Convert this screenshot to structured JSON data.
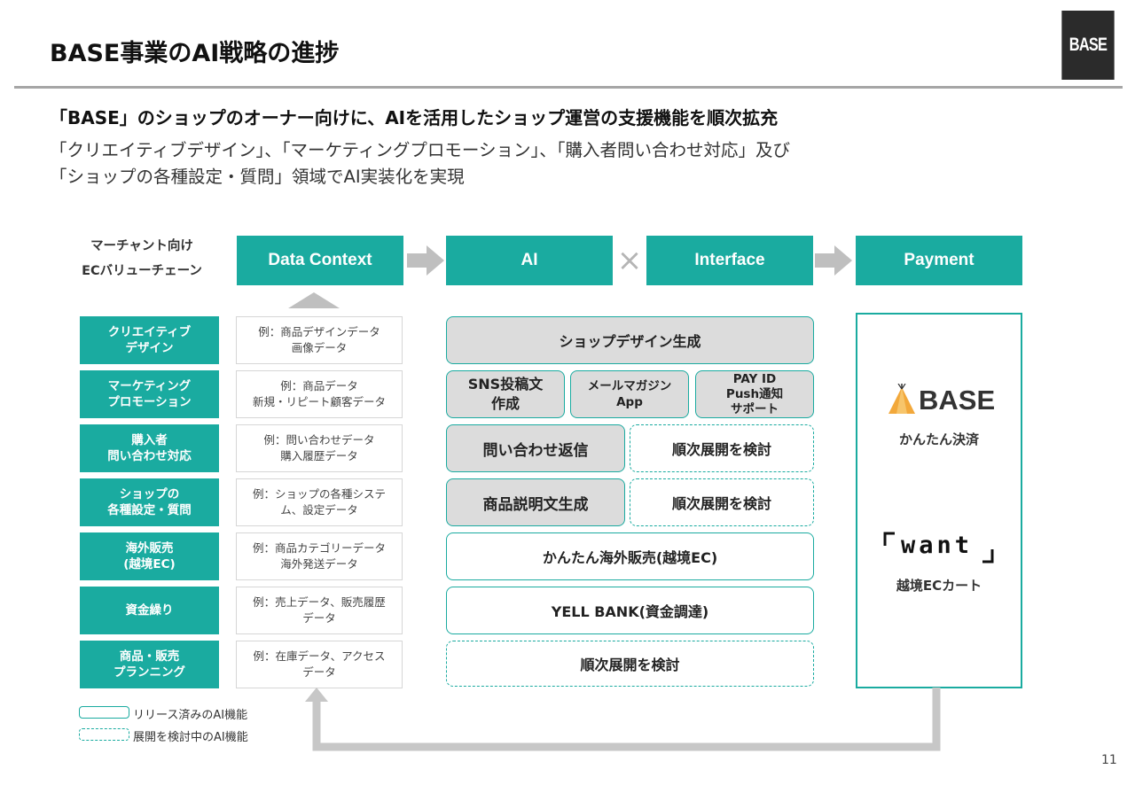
{
  "title": "BASE事業のAI戦略の進捗",
  "logo_text": "BASE",
  "lead": "「BASE」のショップのオーナー向けに、AIを活用したショップ運営の支援機能を順次拡充",
  "desc_lines": [
    "「クリエイティブデザイン」、「マーケティングプロモーション」、「購入者問い合わせ対応」及び",
    "「ショップの各種設定・質問」領域でAI実装化を実現"
  ],
  "value_chain_label": [
    "マーチャント向け",
    "ECバリューチェーン"
  ],
  "headers": [
    "Data Context",
    "AI",
    "Interface",
    "Payment"
  ],
  "cross_symbol": "×",
  "categories": [
    {
      "label": "クリエイティブ\nデザイン",
      "example": "例：商品デザインデータ\n画像データ"
    },
    {
      "label": "マーケティング\nプロモーション",
      "example": "例：商品データ\n新規・リピート顧客データ"
    },
    {
      "label": "購入者\n問い合わせ対応",
      "example": "例：問い合わせデータ\n購入履歴データ"
    },
    {
      "label": "ショップの\n各種設定・質問",
      "example": "例：ショップの各種システ\nム、設定データ"
    },
    {
      "label": "海外販売\n(越境EC)",
      "example": "例：商品カテゴリーデータ\n海外発送データ"
    },
    {
      "label": "資金繰り",
      "example": "例：売上データ、販売履歴\nデータ"
    },
    {
      "label": "商品・販売\nプランニング",
      "example": "例：在庫データ、アクセス\nデータ"
    }
  ],
  "ai_features": {
    "shop_design": "ショップデザイン生成",
    "sns": "SNS投稿文\n作成",
    "mail": "メールマガジン\nApp",
    "payid": "PAY ID\nPush通知\nサポート",
    "inquiry": "問い合わせ返信",
    "inquiry_next": "順次展開を検討",
    "product_desc": "商品説明文生成",
    "product_next": "順次展開を検討",
    "overseas": "かんたん海外販売(越境EC)",
    "yell": "YELL BANK(資金調達)",
    "planning_next": "順次展開を検討"
  },
  "payment": {
    "base_logo": "BASE",
    "base_caption": "かんたん決済",
    "want_logo": "want",
    "want_caption": "越境ECカート"
  },
  "legend": {
    "released": "リリース済みのAI機能",
    "planned": "展開を検討中のAI機能"
  },
  "page_number": "11",
  "colors": {
    "teal": "#1aaba0",
    "gray_fill": "#dcdcdc",
    "arrow": "#bfbfbf",
    "logo_bg": "#2b2b2b"
  }
}
